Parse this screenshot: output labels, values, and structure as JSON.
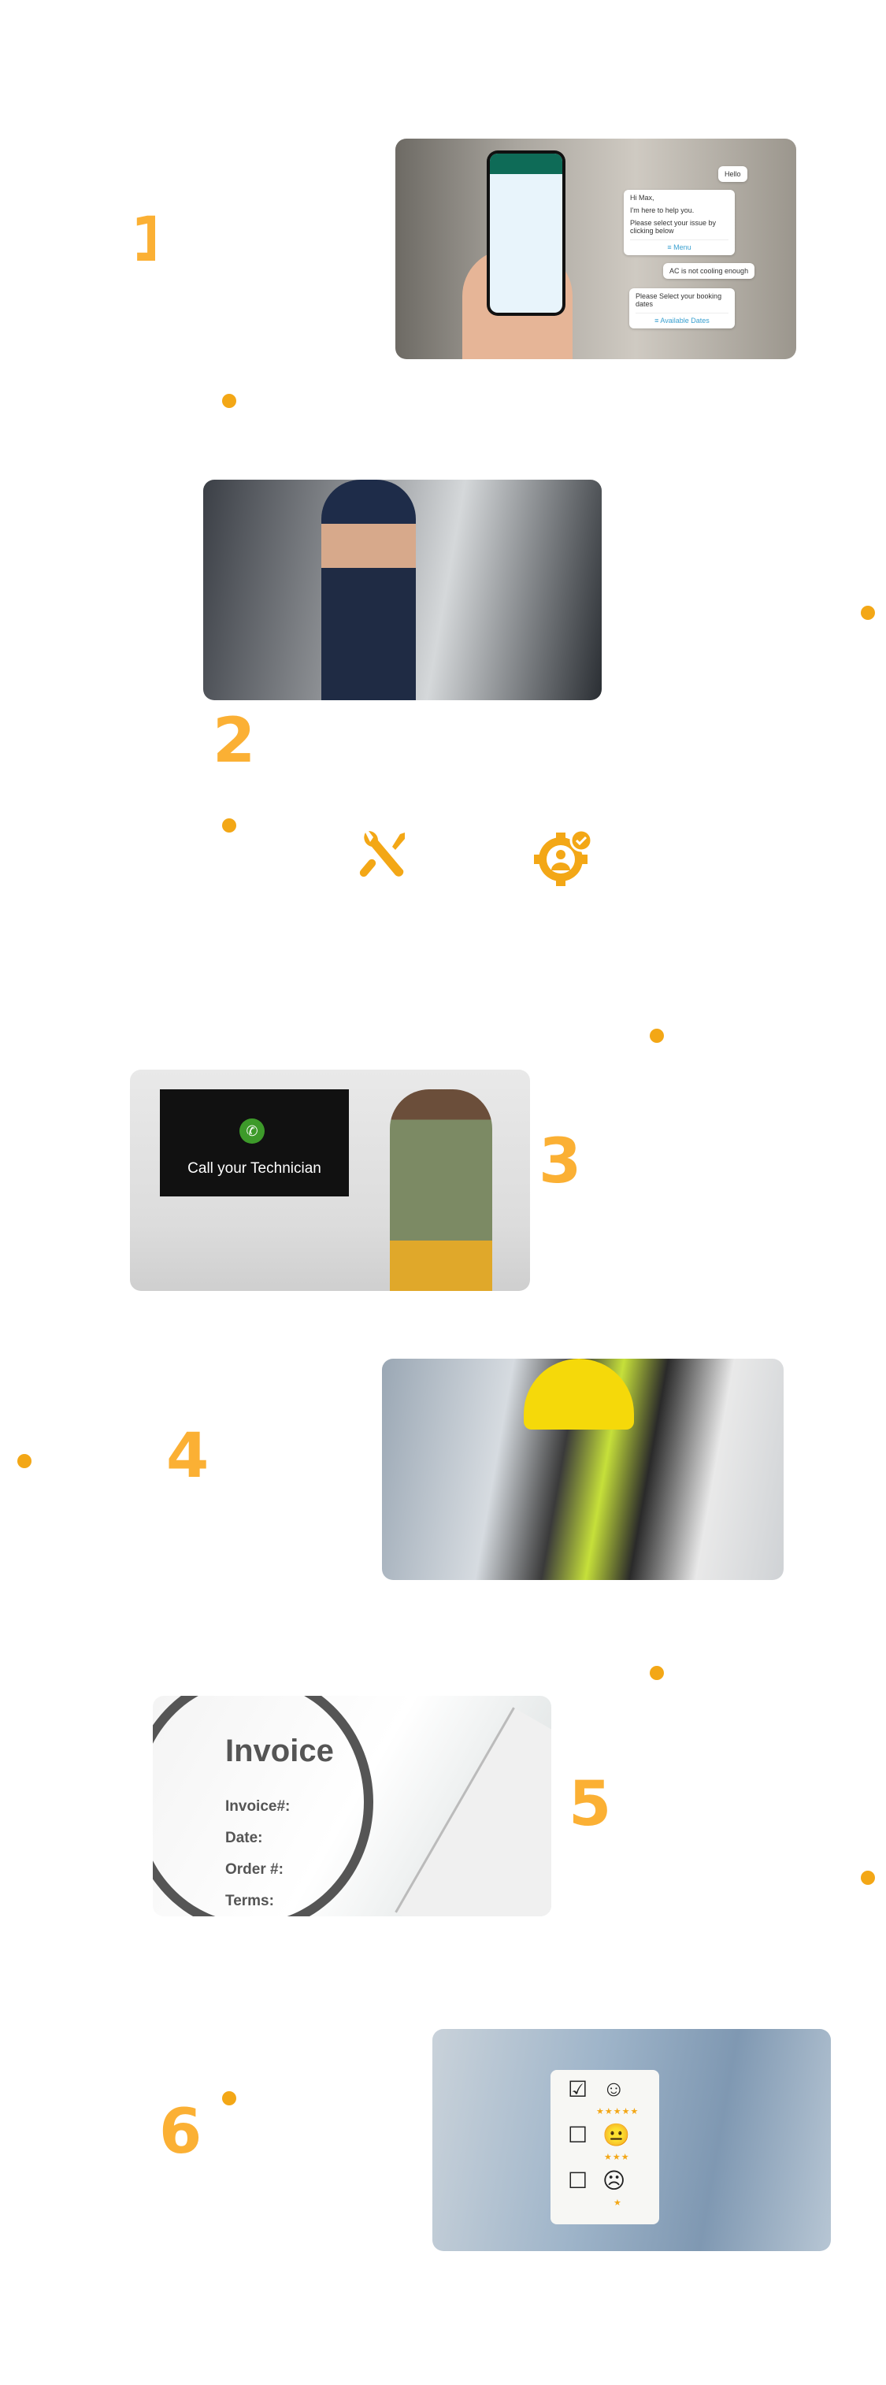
{
  "steps": [
    {
      "number": "1"
    },
    {
      "number": "2"
    },
    {
      "number": "3"
    },
    {
      "number": "4"
    },
    {
      "number": "5"
    },
    {
      "number": "6"
    }
  ],
  "chat_image": {
    "bubbles": {
      "hello": "Hello",
      "greeting": "Hi Max,",
      "help": "I'm here to help you.",
      "select": "Please select your issue by clicking below",
      "menu": "≡ Menu",
      "issue": "AC is not cooling enough",
      "booking": "Please Select your booking dates",
      "dates": "≡ Available Dates"
    }
  },
  "call_image": {
    "tv_text": "Call your Technician"
  },
  "invoice_image": {
    "title": "Invoice",
    "rows": [
      "Invoice#:",
      "Date:",
      "Order #:",
      "Terms:"
    ]
  },
  "rating_image": {
    "stars": [
      "★★★★★",
      "★★★",
      "★"
    ],
    "faces": [
      "☺",
      "😐",
      "☹"
    ]
  },
  "icons": {
    "tools": "wrench-screwdriver-icon",
    "service": "gear-user-check-icon"
  },
  "colors": {
    "accent": "#fbb034",
    "dot": "#f3a716"
  }
}
